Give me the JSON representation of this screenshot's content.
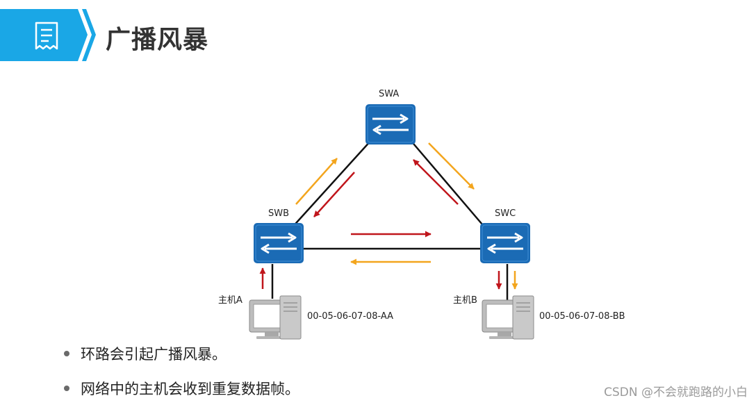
{
  "header": {
    "title": "广播风暴",
    "icon": "document-icon"
  },
  "colors": {
    "banner": "#1aa7e6",
    "switch": "#1b6bb5",
    "red_arrow": "#c0151b",
    "orange_arrow": "#f3a51d"
  },
  "diagram": {
    "switches": [
      {
        "id": "swa",
        "label": "SWA"
      },
      {
        "id": "swb",
        "label": "SWB"
      },
      {
        "id": "swc",
        "label": "SWC"
      }
    ],
    "hosts": [
      {
        "id": "host-a",
        "label": "主机A",
        "mac": "00-05-06-07-08-AA"
      },
      {
        "id": "host-b",
        "label": "主机B",
        "mac": "00-05-06-07-08-BB"
      }
    ]
  },
  "bullets": [
    "环路会引起广播风暴。",
    "网络中的主机会收到重复数据帧。"
  ],
  "watermark": "CSDN @不会就跑路的小白"
}
